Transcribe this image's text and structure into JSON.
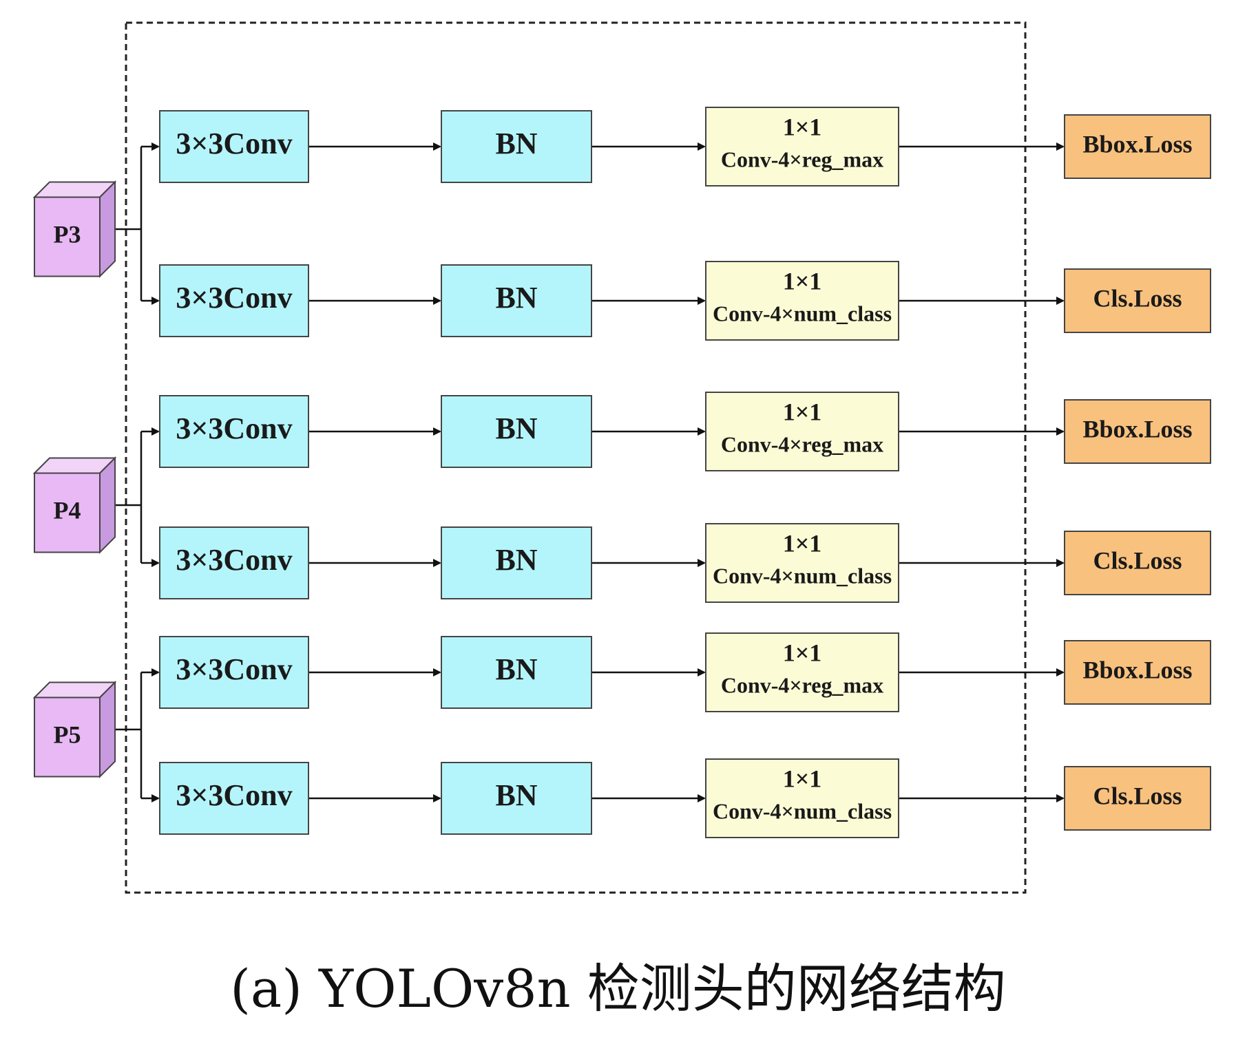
{
  "inputs": [
    "P3",
    "P4",
    "P5"
  ],
  "branches": [
    {
      "conv": "3×3Conv",
      "bn": "BN",
      "head_top": "1×1",
      "head_bottom": "Conv-4×reg_max",
      "loss": "Bbox.Loss"
    },
    {
      "conv": "3×3Conv",
      "bn": "BN",
      "head_top": "1×1",
      "head_bottom": "Conv-4×num_class",
      "loss": "Cls.Loss"
    },
    {
      "conv": "3×3Conv",
      "bn": "BN",
      "head_top": "1×1",
      "head_bottom": "Conv-4×reg_max",
      "loss": "Bbox.Loss"
    },
    {
      "conv": "3×3Conv",
      "bn": "BN",
      "head_top": "1×1",
      "head_bottom": "Conv-4×num_class",
      "loss": "Cls.Loss"
    },
    {
      "conv": "3×3Conv",
      "bn": "BN",
      "head_top": "1×1",
      "head_bottom": "Conv-4×reg_max",
      "loss": "Bbox.Loss"
    },
    {
      "conv": "3×3Conv",
      "bn": "BN",
      "head_top": "1×1",
      "head_bottom": "Conv-4×num_class",
      "loss": "Cls.Loss"
    }
  ],
  "caption": "(a) YOLOv8n 检测头的网络结构",
  "colors": {
    "conv_fill": "#b4f5fb",
    "bn_fill": "#b4f5fb",
    "head_fill": "#fbfbd6",
    "loss_fill": "#f9c17e",
    "input_fill": "#e8b9f4",
    "input_side": "#c89ae0",
    "stroke": "#444444"
  }
}
